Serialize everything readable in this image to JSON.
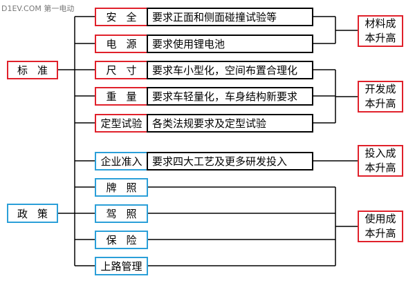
{
  "watermark": "D1EV.COM 第一电动",
  "roots": {
    "standards": "标准",
    "policy": "政策"
  },
  "factors": [
    {
      "key": "safety",
      "label": "安全",
      "desc": "要求正面和侧面碰撞试验等",
      "group": "materials"
    },
    {
      "key": "power",
      "label": "电源",
      "desc": "要求使用锂电池",
      "group": "materials"
    },
    {
      "key": "size",
      "label": "尺寸",
      "desc": "要求车小型化，空间布置合理化",
      "group": "development"
    },
    {
      "key": "weight",
      "label": "重量",
      "desc": "要求车轻量化，车身结构新要求",
      "group": "development"
    },
    {
      "key": "type_test",
      "label": "定型试验",
      "desc": "各类法规要求及定型试验",
      "group": "development"
    },
    {
      "key": "market_access",
      "label": "企业准入",
      "desc": "要求四大工艺及更多研发投入",
      "group": "investment"
    },
    {
      "key": "plate",
      "label": "牌照",
      "desc": "",
      "group": "usage"
    },
    {
      "key": "license",
      "label": "驾照",
      "desc": "",
      "group": "usage"
    },
    {
      "key": "insurance",
      "label": "保险",
      "desc": "",
      "group": "usage"
    },
    {
      "key": "road",
      "label": "上路管理",
      "desc": "",
      "group": "usage"
    }
  ],
  "results": {
    "materials": {
      "line1": "材料成",
      "line2": "本升高"
    },
    "development": {
      "line1": "开发成",
      "line2": "本升高"
    },
    "investment": {
      "line1": "投入成",
      "line2": "本升高"
    },
    "usage": {
      "line1": "使用成",
      "line2": "本升高"
    }
  },
  "colors": {
    "red": "#e0202a",
    "blue": "#2a9fd8",
    "line": "#000000"
  }
}
